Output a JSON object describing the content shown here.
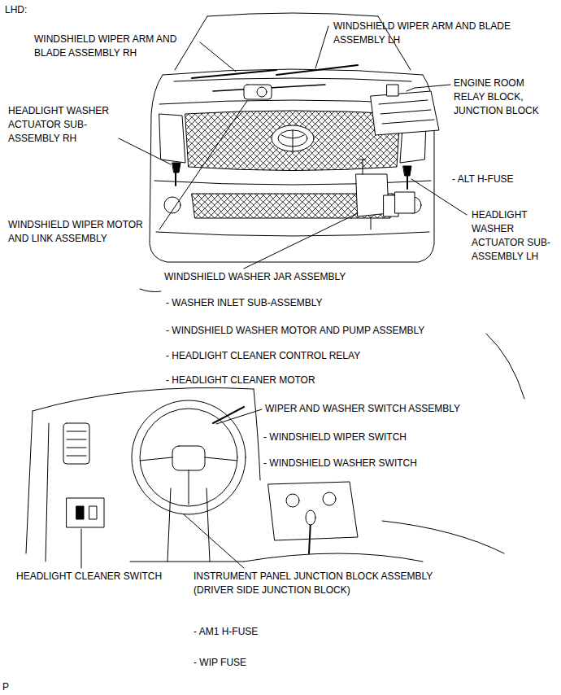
{
  "diagram": {
    "labels": [
      "LHD:",
      "WINDSHIELD WIPER ARM AND BLADE ASSEMBLY RH",
      "WINDSHIELD WIPER ARM AND BLADE ASSEMBLY LH",
      "ENGINE ROOM RELAY BLOCK, JUNCTION BLOCK",
      "HEADLIGHT WASHER ACTUATOR SUB-ASSEMBLY RH",
      "- ALT H-FUSE",
      "HEADLIGHT WASHER ACTUATOR SUB-ASSEMBLY LH",
      "WINDSHIELD WIPER MOTOR AND LINK ASSEMBLY",
      "WINDSHIELD WASHER JAR ASSEMBLY",
      "- WASHER INLET SUB-ASSEMBLY",
      "- WINDSHIELD WASHER MOTOR AND PUMP ASSEMBLY",
      "- HEADLIGHT CLEANER CONTROL RELAY",
      "- HEADLIGHT CLEANER MOTOR",
      "WIPER AND WASHER SWITCH ASSEMBLY",
      "- WINDSHIELD WIPER SWITCH",
      "- WINDSHIELD WASHER SWITCH",
      "HEADLIGHT CLEANER SWITCH",
      "INSTRUMENT PANEL JUNCTION BLOCK ASSEMBLY (DRIVER SIDE JUNCTION BLOCK)",
      "- AM1 H-FUSE",
      "- WIP FUSE",
      "P"
    ]
  }
}
